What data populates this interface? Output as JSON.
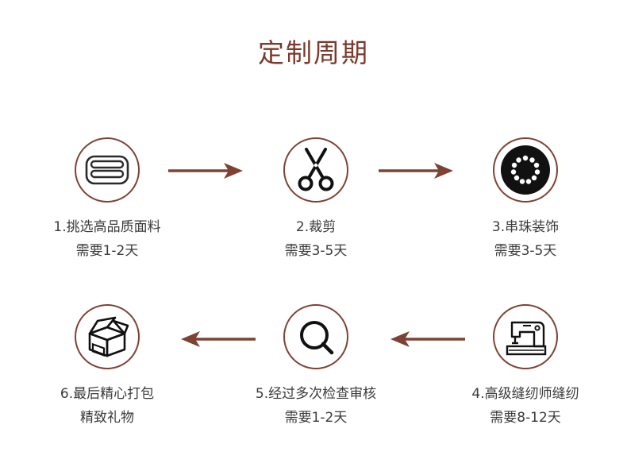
{
  "title": "定制周期",
  "steps": [
    {
      "line1": "1.挑选高品质面料",
      "line2": "需要1-2天",
      "icon": "fabric-icon"
    },
    {
      "line1": "2.裁剪",
      "line2": "需要3-5天",
      "icon": "scissors-icon"
    },
    {
      "line1": "3.串珠装饰",
      "line2": "需要3-5天",
      "icon": "beads-icon"
    },
    {
      "line1": "4.高级缝纫师缝纫",
      "line2": "需要8-12天",
      "icon": "sewing-machine-icon"
    },
    {
      "line1": "5.经过多次检查审核",
      "line2": "需要1-2天",
      "icon": "magnifier-icon"
    },
    {
      "line1": "6.最后精心打包",
      "line2": "精致礼物",
      "icon": "package-box-icon"
    }
  ],
  "colors": {
    "accent": "#7e4234",
    "title": "#7a3a2c",
    "text": "#3a3a3a"
  }
}
